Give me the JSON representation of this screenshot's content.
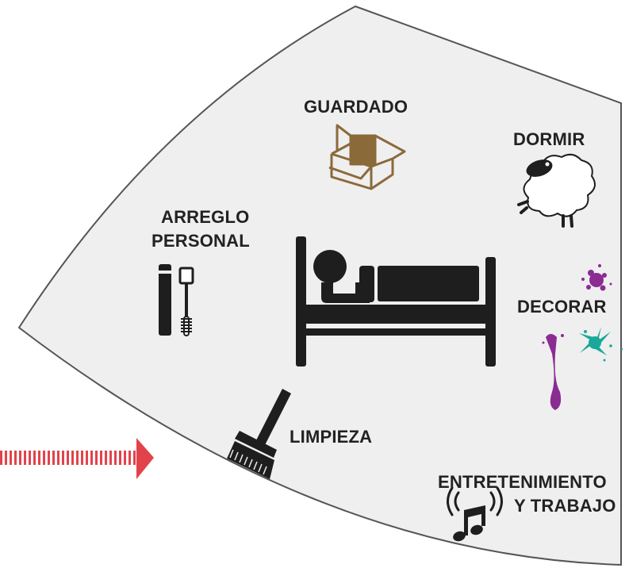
{
  "labels": {
    "guardado": "GUARDADO",
    "dormir": "DORMIR",
    "arreglo_line1": "ARREGLO",
    "arreglo_line2": "PERSONAL",
    "decorar": "DECORAR",
    "limpieza": "LIMPIEZA",
    "entretenimiento_line1": "ENTRETENIMIENTO",
    "entretenimiento_line2": "Y TRABAJO"
  },
  "icons": {
    "center": "bed-with-person-icon",
    "guardado": "open-box-icon",
    "dormir": "sheep-icon",
    "arreglo": "mascara-icon",
    "decorar": "paint-splatter-icon",
    "limpieza": "broom-icon",
    "entretenimiento": "music-note-icon",
    "arrow": "arrow-right-icon"
  },
  "colors": {
    "background_sector": "#efefef",
    "outline": "#555555",
    "icon_dark": "#1e1e1e",
    "box_brown": "#8b6a3a",
    "paint_purple": "#8a2c92",
    "paint_teal": "#1aa89a",
    "arrow_red": "#e2434b"
  }
}
